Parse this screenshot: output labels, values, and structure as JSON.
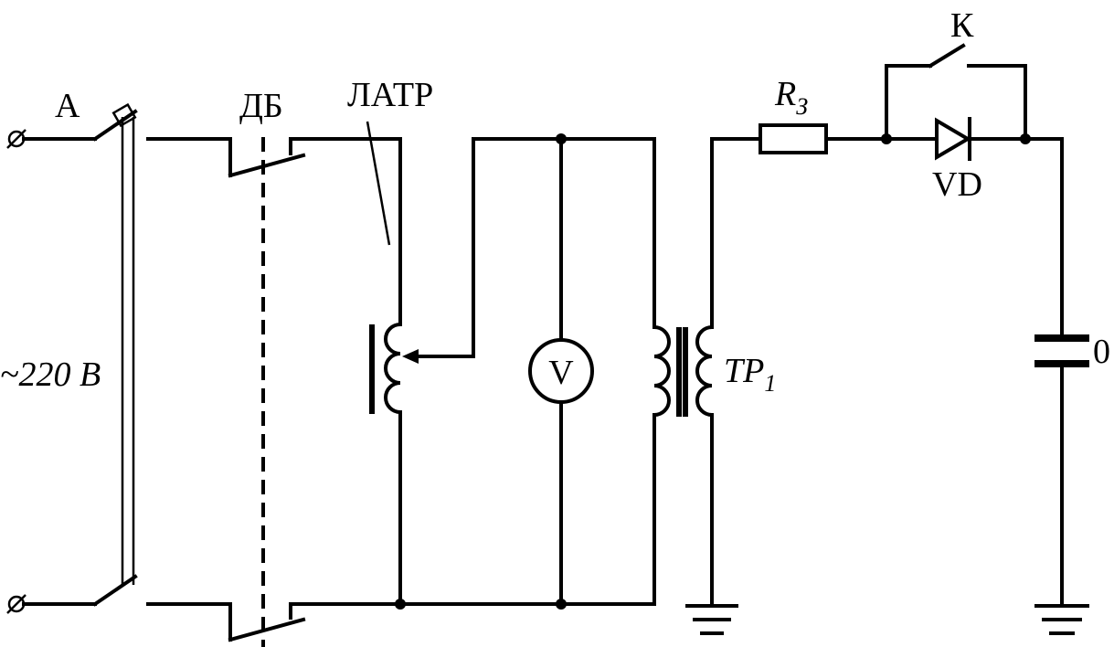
{
  "labels": {
    "breaker": "А",
    "supply": "~220 В",
    "door_lock": "ДБ",
    "autotransformer": "ЛАТР",
    "voltmeter": "V",
    "transformer": "ТР",
    "transformer_sub": "1",
    "resistor": "R",
    "resistor_sub": "З",
    "switch": "К",
    "diode": "VD",
    "test_object": "0"
  }
}
